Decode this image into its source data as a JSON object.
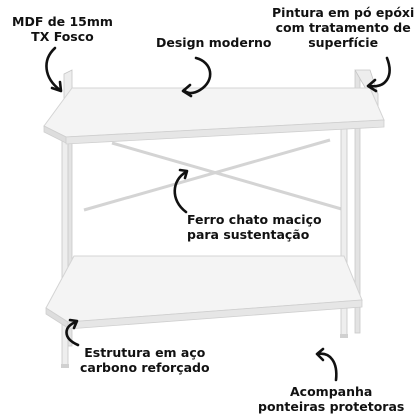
{
  "annotations": {
    "mdf": [
      "MDF de 15mm",
      "TX Fosco"
    ],
    "design": [
      "Design moderno"
    ],
    "pintura": [
      "Pintura em pó epóxi",
      "com tratamento de",
      "superfície"
    ],
    "ferro": [
      "Ferro chato maciço",
      "para sustentação"
    ],
    "estrutura": [
      "Estrutura em aço",
      "carbono reforçado"
    ],
    "acompanha": [
      "Acompanha",
      "ponteiras protetoras"
    ]
  },
  "colors": {
    "text": "#111111",
    "arrow": "#111111",
    "shelf_top": "#f2f2f2",
    "shelf_edge": "#dcdcdc",
    "frame": "#e6e6e6",
    "frame_shadow": "#c9c9c9"
  }
}
